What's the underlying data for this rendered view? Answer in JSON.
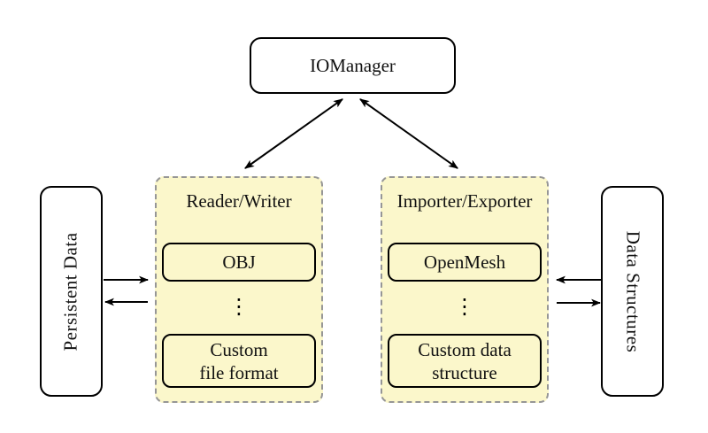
{
  "colors": {
    "background": "#FFFFFF",
    "group_fill": "#FBF7CB",
    "group_border": "#969696",
    "node_border": "#000000",
    "node_fill": "#FFFFFF",
    "arrow": "#000000"
  },
  "nodes": {
    "io_manager": "IOManager",
    "persistent_data": "Persistent Data",
    "data_structures": "Data Structures"
  },
  "groups": {
    "reader_writer": {
      "title": "Reader/Writer",
      "top_item": "OBJ",
      "ellipsis": "⋮",
      "bottom_item": "Custom\nfile format"
    },
    "importer_exporter": {
      "title": "Importer/Exporter",
      "top_item": "OpenMesh",
      "ellipsis": "⋮",
      "bottom_item": "Custom data\nstructure"
    }
  }
}
